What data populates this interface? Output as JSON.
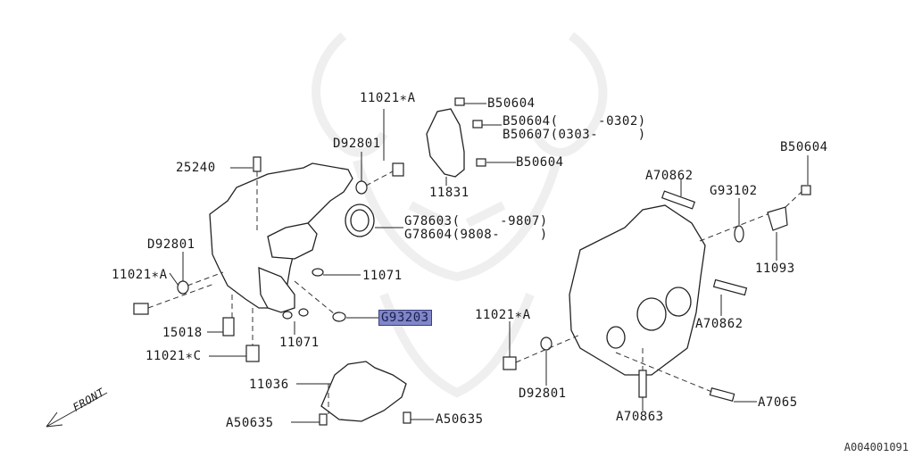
{
  "labels": {
    "p11021a_top": "11021∗A",
    "b50604_top": "B50604",
    "b50604_0302": "B50604(     -0302)",
    "b50607_0303": "B50607(0303-     )",
    "d92801_top": "D92801",
    "p25240": "25240",
    "b50604_mid": "B50604",
    "p11831": "11831",
    "g78603": "G78603(     -9807)",
    "g78604": "G78604(9808-     )",
    "d92801_left": "D92801",
    "p11021a_left": "11021∗A",
    "p11071_right": "11071",
    "g93203": "G93203",
    "p15018": "15018",
    "p11071_bottom": "11071",
    "p11021c": "11021∗C",
    "p11036": "11036",
    "a50635_left": "A50635",
    "a50635_right": "A50635",
    "b50604_far": "B50604",
    "a70862_top": "A70862",
    "g93102": "G93102",
    "p11093": "11093",
    "a70862_mid": "A70862",
    "p11021a_mid": "11021∗A",
    "d92801_bottom": "D92801",
    "a70863": "A70863",
    "a7065": "A7065",
    "front": "FRONT"
  },
  "figure_id": "A004001091",
  "colors": {
    "highlight": "#7f86c9",
    "line": "#222222",
    "watermark": "#efefef"
  }
}
